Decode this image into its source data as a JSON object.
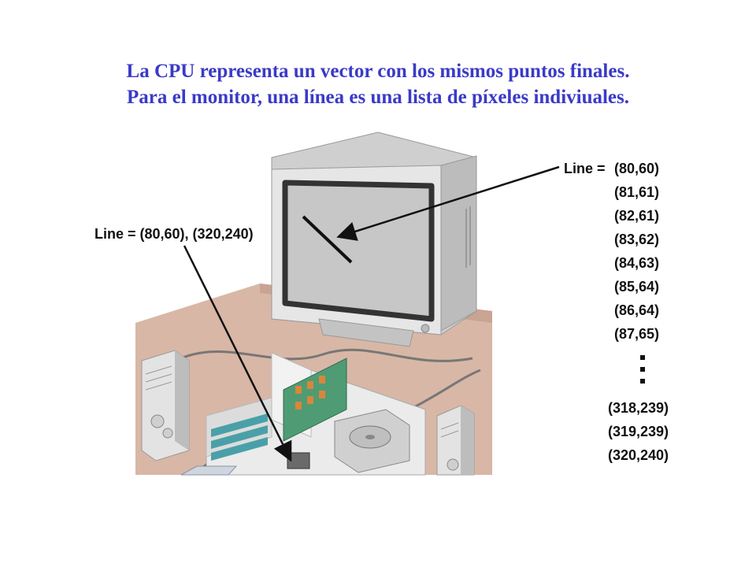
{
  "title": {
    "line1": "La CPU representa un vector con los mismos puntos finales.",
    "line2": "Para el monitor, una línea es una lista de píxeles indiviuales."
  },
  "cpu_label": "Line = (80,60), (320,240)",
  "monitor_label": {
    "prefix": "Line =",
    "pixels_top": [
      "(80,60)",
      "(81,61)",
      "(82,61)",
      "(83,62)",
      "(84,63)",
      "(85,64)",
      "(86,64)",
      "(87,65)"
    ],
    "pixels_bottom": [
      "(318,239)",
      "(319,239)",
      "(320,240)"
    ]
  },
  "colors": {
    "title": "#3a3ac8",
    "desk": "#d8b7a6",
    "monitor_case": "#d9d9d9",
    "screen": "#c7c7c7",
    "screen_border": "#333333"
  }
}
